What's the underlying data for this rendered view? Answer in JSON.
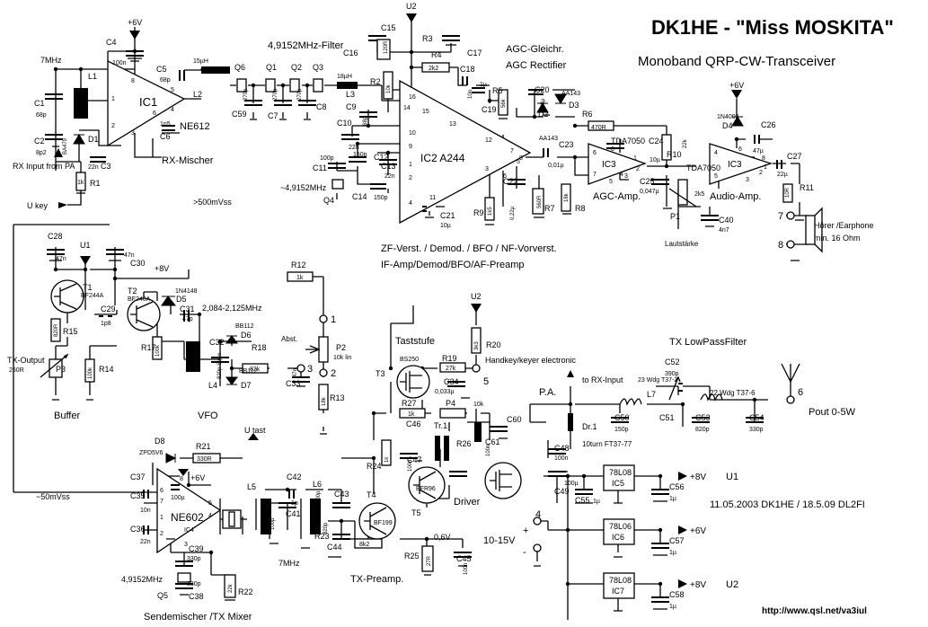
{
  "header": {
    "title": "DK1HE - \"Miss MOSKITA\"",
    "subtitle": "Monoband QRP-CW-Transceiver"
  },
  "stages": {
    "rx_mixer": "RX-Mischer",
    "filter": "4,9152MHz-Filter",
    "agc_de": "AGC-Gleichr.",
    "agc_en": "AGC Rectifier",
    "if_de": "ZF-Verst. / Demod. / BFO / NF-Vorverst.",
    "if_en": "IF-Amp/Demod/BFO/AF-Preamp",
    "agc_amp": "AGC-Amp.",
    "audio_amp": "Audio-Amp.",
    "volume": "Lautstärke",
    "earphone": "Hörer /Earphone",
    "earphone_min": "min. 16 Ohm",
    "buffer": "Buffer",
    "vfo": "VFO",
    "taststufe": "Taststufe",
    "handkey": "Handkey/keyer electronic",
    "lpf": "TX LowPassFilter",
    "to_rx": "to RX-Input",
    "pa": "P.A.",
    "pout": "Pout 0-5W",
    "driver": "Driver",
    "tx_preamp": "TX-Preamp.",
    "tx_mixer": "Sendemischer /TX Mixer",
    "tx_output": "TX-Output",
    "rx_input": "RX Input from PA",
    "ukey": "U key",
    "utast": "U tast",
    "v500": ">500mVss",
    "v50": "~50mVss",
    "supply": "10-15V",
    "date": "11.05.2003 DK1HE / 18.5.09 DL2FI",
    "url": "http://www.qsl.net/va3iul",
    "vfo_range": "2,084-2,125MHz",
    "freq7_top": "7MHz",
    "freq7_bot": "7MHz",
    "xtal_q4": "~4,9152MHz",
    "xtal_q5": "4,9152MHz",
    "v_06": "0,6V",
    "abst": "Abst.",
    "dr1_note": "10turn FT37-77",
    "l7_note": "23 Wdg T37-2",
    "l8_note": "22 Wdg T37-6"
  },
  "ics": {
    "ic1": "IC1",
    "ic1_type": "NE612",
    "ic2": "IC2 A244",
    "ic3a": "IC3",
    "ic3a_type": "TDA7050",
    "ic3b": "IC3",
    "ic3b_type": "TDA7050",
    "ic4": "NE602",
    "ic4_ref": "IC4",
    "ic5_type": "78L08",
    "ic5": "IC5",
    "ic6_type": "78L06",
    "ic6": "IC6",
    "ic7_type": "78L08",
    "ic7": "IC7"
  },
  "rails": {
    "p6v_top": "+6V",
    "u2_top": "U2",
    "p6v_audio": "+6V",
    "u1_buffer": "U1",
    "p8v_vfo": "+8V",
    "u2_key": "U2",
    "p6v_mix": "+6V",
    "u1_out": "+8V",
    "u1_lbl": "U1",
    "p6v_out": "+6V",
    "u2_out": "+8V",
    "u2_lbl": "U2"
  },
  "components": {
    "C4": "C4",
    "C4v": "100n",
    "C5": "C5",
    "C5v": "68p",
    "L2": "L2",
    "L2v": "15µH",
    "C1": "C1",
    "C1v": "68p",
    "C2": "C2",
    "C2v": "8p2",
    "C3": "C3",
    "C3v": "22n",
    "L1": "L1",
    "D1": "D1",
    "D1t": "BA479",
    "R1": "R1",
    "R1v": "1k",
    "C6": "C6",
    "C6v": "1n5",
    "Q6": "Q6",
    "Q1": "Q1",
    "Q2": "Q2",
    "Q3": "Q3",
    "C59": "C59",
    "C59v": "270p",
    "C7": "C7",
    "C7v": "270p",
    "C8": "C8",
    "C8v": "270p",
    "L3": "L3",
    "L3v": "18µH",
    "C15": "C15",
    "C16": "C16",
    "C17": "C17",
    "R3": "R3",
    "R3v": "120R",
    "R4": "R4",
    "R4v": "2k2",
    "R2": "R2",
    "R2v": "10k",
    "C9": "C9",
    "C9v": "68p",
    "C10": "C10",
    "C10v": "22n",
    "C11": "C11",
    "C11v": "100p",
    "C12": "C12",
    "C12v": "150p",
    "C13": "C13",
    "C13v": "22n",
    "C14": "C14",
    "C14v": "150p",
    "Q4": "Q4",
    "C18": "C18",
    "C18v": "10n",
    "C19": "C19",
    "C19v": "1µ",
    "C20": "C20",
    "C20v": "33µ",
    "R5": "R5",
    "R5v": "56k",
    "D2": "D2",
    "D3": "D3",
    "D2t": "AA143",
    "D3t": "AA143",
    "R6": "R6",
    "R6v": "470R",
    "C23": "C23",
    "C23v": "0,01µ",
    "C24": "C24",
    "C24v": "10µ",
    "R10": "R10",
    "R10v": "22k",
    "C25": "C25",
    "C25v": "0,047µ",
    "P1": "P1",
    "P1v": "2k5",
    "C40": "C40",
    "C40v": "4n7",
    "D4": "D4",
    "D4t": "1N4002",
    "C26": "C26",
    "C26v": "47µ",
    "C27": "C27",
    "C27v": "22µ",
    "R11": "R11",
    "R11v": "10R",
    "C21": "C21",
    "C21v": "10µ",
    "R9": "R9",
    "R9v": "1k5",
    "C22": "C22",
    "C22v": "0,22µ",
    "R7": "R7",
    "R7v": "560R",
    "R8": "R8",
    "R8v": "18k",
    "C28": "C28",
    "C28v": "47n",
    "C30": "C30",
    "C30v": "47n",
    "T1": "T1",
    "T1t": "BF244A",
    "T2": "T2",
    "T2t": "BF246A",
    "D5": "D5",
    "D5t": "1N4148",
    "C29": "C29",
    "C29v": "1p8",
    "C31": "C31",
    "C31v": "47p",
    "R12": "R12",
    "R12v": "1k",
    "R15": "R15",
    "R15v": "820R",
    "R17": "R17",
    "R17v": "100k",
    "R14": "R14",
    "R14v": "100k",
    "P3": "P3",
    "P3v": "250R",
    "C32": "C32",
    "C32v": "820p Styro",
    "L4": "L4",
    "D6": "D6",
    "D6t": "BB112",
    "D7": "D7",
    "D7t": "BB112",
    "R18": "R18",
    "R18v": "82k",
    "C33": "C33",
    "C33v": "47n",
    "P2": "P2",
    "P2v": "10k lin",
    "R13": "R13",
    "R13v": "18k",
    "T3": "T3",
    "T3t": "BS250",
    "R19": "R19",
    "R19v": "27k",
    "R20": "R20",
    "R20v": "3k3",
    "C34": "C34",
    "C34v": "0,033µ",
    "R27": "R27",
    "R27v": "1k",
    "P4": "P4",
    "P4v": "10k",
    "C46": "C46",
    "C60": "C60",
    "Tr1": "Tr.1",
    "R24": "R24",
    "R24v": "1k",
    "R26": "R26",
    "R26v": "180R",
    "C47": "C47",
    "C47v": "100n",
    "C45": "C45",
    "C45v": "100n",
    "C61": "C61",
    "C61v": "100n",
    "T4": "T4",
    "T4t": "BF199",
    "T5": "T5",
    "T5t": "BFR96",
    "R23": "R23",
    "R23v": "8k2",
    "R25": "R25",
    "R25v": "27R",
    "D8": "D8",
    "D8t": "ZPD5V6",
    "R21": "R21",
    "R21v": "330R",
    "C37": "C37",
    "C37v": "100µ",
    "C35": "C35",
    "C35v": "10n",
    "C36": "C36",
    "C36v": "22n",
    "C39": "C39",
    "C39v": "330p",
    "C38": "C38",
    "C38v": "330p",
    "Q5": "Q5",
    "R22": "R22",
    "R22v": "22k",
    "L5": "L5",
    "L6": "L6",
    "C41": "C41",
    "C41v": "100p",
    "C42": "C42",
    "C42v": "1p",
    "C43": "C43",
    "C43v": "100p",
    "C44": "C44",
    "C44v": "820p",
    "Dr1": "Dr.1",
    "C48": "C48",
    "C48v": "100n",
    "C49": "C49",
    "C49v": "100µ",
    "C50": "C50",
    "C50v": "150p",
    "L7": "L7",
    "C51": "C51",
    "C52": "C52",
    "C52v": "390p",
    "C53": "C53",
    "C53v": "820p",
    "C54": "C54",
    "C54v": "330p",
    "C55": "C55",
    "C55v": "1µ",
    "C56": "C56",
    "C56v": "1µ",
    "C57": "C57",
    "C57v": "1µ",
    "C58": "C58",
    "C58v": "1µ"
  },
  "pins": {
    "n1": "1",
    "n2": "2",
    "n3": "3",
    "n4": "4",
    "n5": "5",
    "n6": "6",
    "n7": "7",
    "n8": "8",
    "plus": "+",
    "minus": "-"
  },
  "ic_pins": {
    "ic1": [
      "8",
      "5",
      "4",
      "6",
      "1",
      "2",
      "3"
    ],
    "ic2": [
      "16",
      "14",
      "15",
      "13",
      "12",
      "10",
      "9",
      "7",
      "11",
      "4",
      "3",
      "6",
      "5",
      "1",
      "2",
      "8"
    ],
    "ic3a": [
      "6",
      "7",
      "5",
      "4",
      "8",
      "1",
      "2",
      "3"
    ],
    "ic3b": [
      "4",
      "5",
      "6",
      "8",
      "3",
      "2",
      "1"
    ],
    "ic4": [
      "8",
      "6",
      "7",
      "5",
      "4",
      "1",
      "2",
      "3"
    ]
  }
}
